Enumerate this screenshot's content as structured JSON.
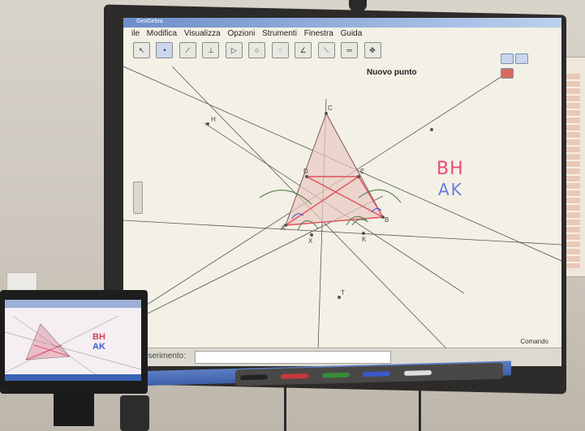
{
  "window": {
    "title": "GeoGebra",
    "menu": [
      "ile",
      "Modifica",
      "Visualizza",
      "Opzioni",
      "Strumenti",
      "Finestra",
      "Guida"
    ],
    "tool_hint": "Nuovo punto",
    "tools": [
      "cursor-tool",
      "point-tool",
      "line-tool",
      "perpendicular-tool",
      "polygon-tool",
      "circle-tool",
      "conic-tool",
      "angle-tool",
      "reflect-tool",
      "slider-tool",
      "move-view-tool"
    ]
  },
  "canvas": {
    "points": [
      "H",
      "C",
      "D",
      "E",
      "A",
      "B",
      "X",
      "K",
      "T"
    ],
    "handwriting": {
      "line1": "BH",
      "line2": "AK"
    }
  },
  "input_bar": {
    "label": "Inserimento:",
    "value": ""
  },
  "commands": {
    "label": "Comando"
  },
  "small_monitor": {
    "handwriting_line1": "BH",
    "handwriting_line2": "AK"
  },
  "colors": {
    "board_frame": "#2d2b29",
    "board_surface": "#f3f1e6",
    "triangle_fill": "#e8c9c0",
    "red_lines": "#e0505e",
    "green_arcs": "#4f7a4a",
    "handwriting_pink": "#e84a78",
    "handwriting_blue": "#6a7ae0"
  }
}
